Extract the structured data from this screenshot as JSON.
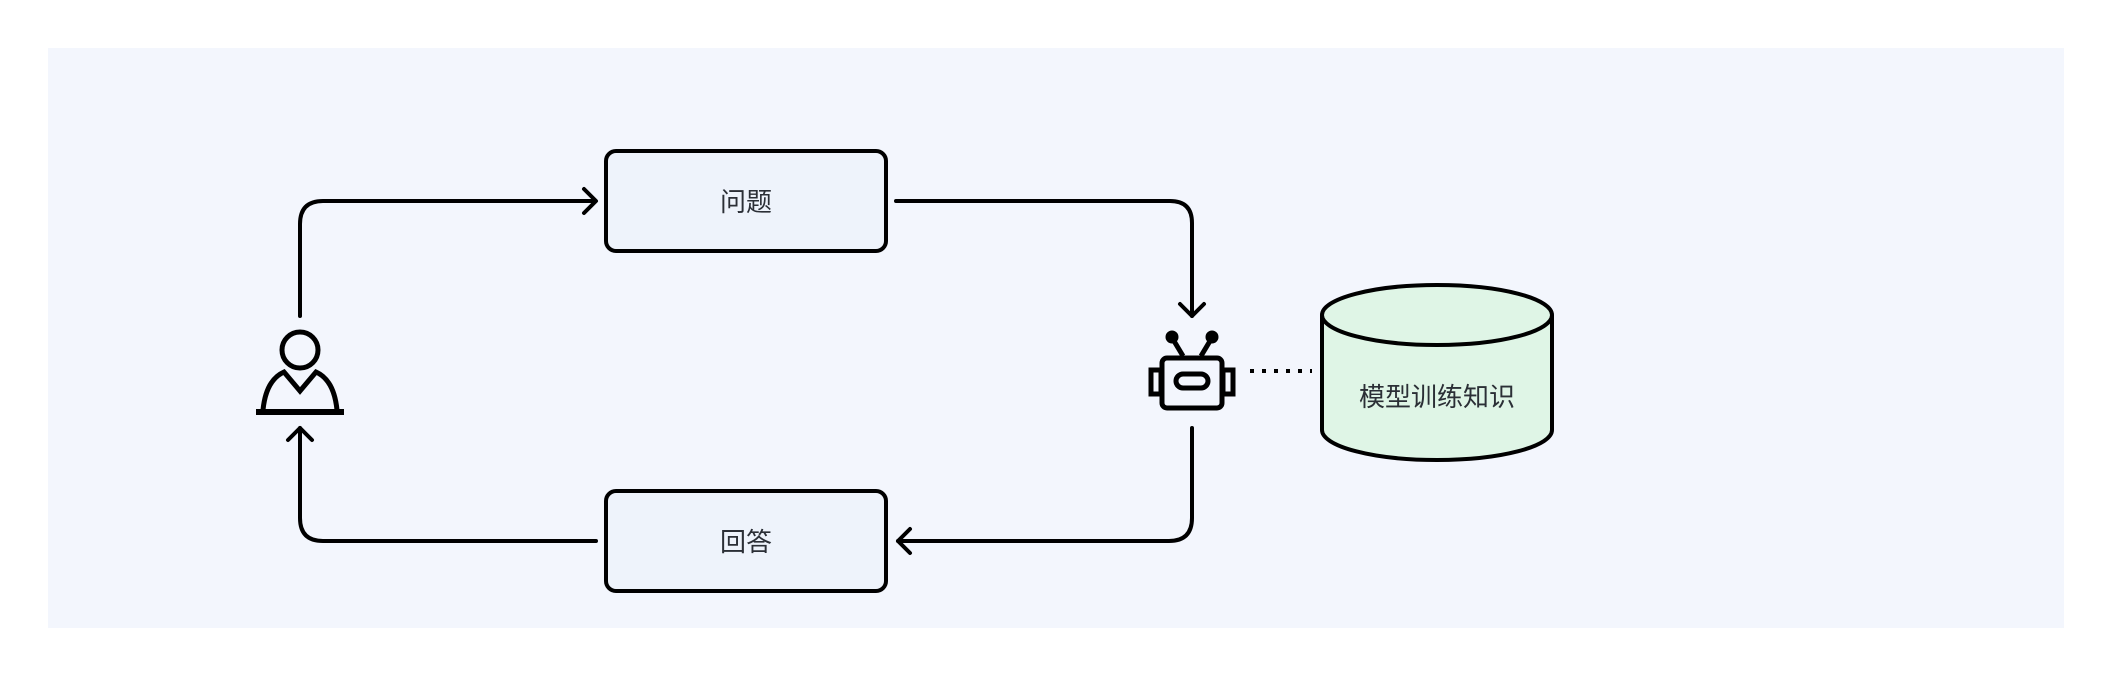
{
  "diagram": {
    "type": "flow",
    "colors": {
      "background": "#ffffff",
      "panel": "#f3f6fd",
      "box_fill": "#eef3fb",
      "database_fill": "#dff5e6",
      "stroke": "#000000",
      "text": "#2b2f36"
    },
    "nodes": {
      "user": {
        "icon": "user-icon",
        "label": ""
      },
      "question": {
        "label": "问题"
      },
      "robot": {
        "icon": "robot-icon",
        "label": ""
      },
      "knowledge": {
        "icon": "database-icon",
        "label": "模型训练知识"
      },
      "answer": {
        "label": "回答"
      }
    },
    "edges": [
      {
        "from": "user",
        "to": "question",
        "style": "solid-arrow"
      },
      {
        "from": "question",
        "to": "robot",
        "style": "solid-arrow"
      },
      {
        "from": "robot",
        "to": "answer",
        "style": "solid-arrow"
      },
      {
        "from": "answer",
        "to": "user",
        "style": "solid-arrow"
      },
      {
        "from": "robot",
        "to": "knowledge",
        "style": "dotted"
      }
    ]
  }
}
